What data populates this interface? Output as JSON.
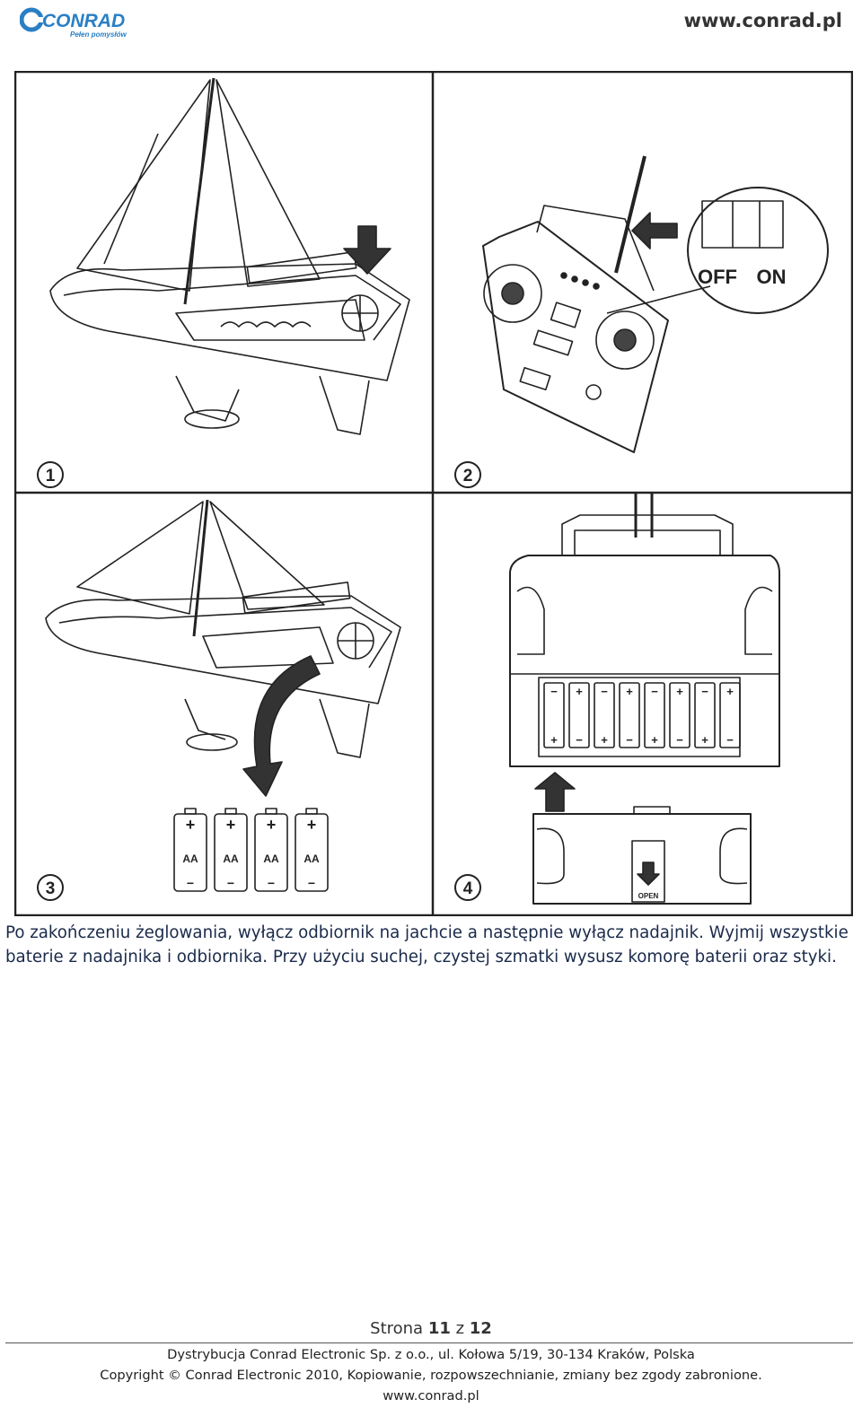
{
  "header": {
    "logo_text": "CONRAD",
    "logo_tagline": "Pełen pomysłów",
    "url": "www.conrad.pl"
  },
  "figure": {
    "panel_numbers": [
      "1",
      "2",
      "3",
      "4"
    ],
    "switch_labels": {
      "off": "OFF",
      "on": "ON"
    },
    "battery_label": "AA",
    "battery_plus": "+",
    "battery_minus": "−",
    "cover_label": "OPEN"
  },
  "body": {
    "text": "Po zakończeniu żeglowania, wyłącz odbiornik na jachcie a następnie wyłącz nadajnik. Wyjmij wszystkie baterie z nadajnika i odbiornika. Przy użyciu suchej, czystej szmatki wysusz komorę baterii oraz styki."
  },
  "footer": {
    "page_prefix": "Strona ",
    "page_current": "11",
    "page_sep": " z ",
    "page_total": "12",
    "distribution": "Dystrybucja Conrad Electronic Sp. z o.o., ul. Kołowa 5/19, 30-134 Kraków, Polska",
    "copyright": "Copyright © Conrad Electronic 2010, Kopiowanie, rozpowszechnianie, zmiany bez zgody zabronione.",
    "url": "www.conrad.pl"
  }
}
